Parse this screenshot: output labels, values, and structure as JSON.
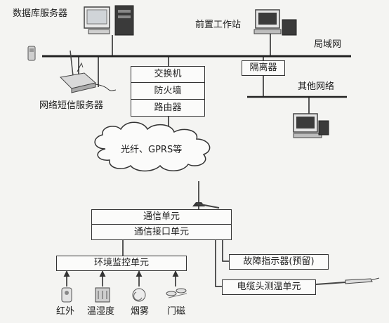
{
  "labels": {
    "db_server": "数据库服务器",
    "frontend_ws": "前置工作站",
    "lan": "局域网",
    "sms_server": "网络短信服务器",
    "isolator": "隔离器",
    "other_network": "其他网络",
    "switch": "交换机",
    "firewall": "防火墙",
    "router": "路由器",
    "cloud": "光纤、GPRS等",
    "comm_unit": "通信单元",
    "comm_interface": "通信接口单元",
    "env_monitor": "环境监控单元",
    "fault_indicator": "故障指示器(预留)",
    "cable_temp": "电缆头测温单元",
    "sensors": [
      "红外",
      "温湿度",
      "烟雾",
      "门磁"
    ]
  }
}
